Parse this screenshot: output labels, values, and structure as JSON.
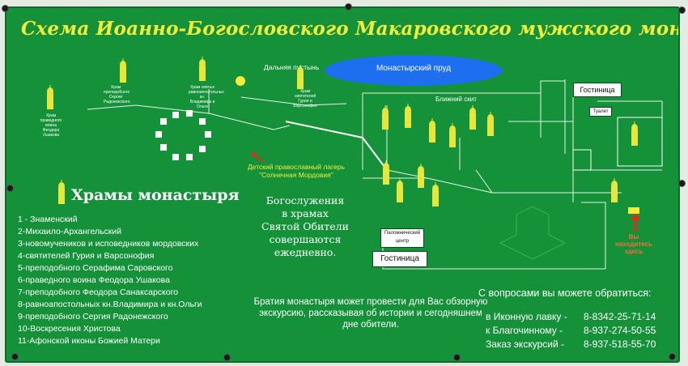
{
  "title": "Схема Иоанно-Богословского Макаровского мужского монастыря",
  "map_labels": {
    "dalnyaya_pustyn": "Дальняя пустынь",
    "pond": "Монастырский пруд",
    "blizhny_skit": "Ближний скит",
    "gostinitsa_right": "Гостиница",
    "gostinitsa_left": "Гостиница",
    "tualet": "Туалет",
    "palomnichesky_centr": "Паломнический центр",
    "camp": "Детский православный лагерь",
    "camp_name": "\"Солнечная Мордовия\"",
    "you_are_here": "Вы находитесь здесь",
    "small_1": "Храм преподобного Сергия Радонежского",
    "small_2": "Храм праведного воина Феодора Ушакова",
    "small_3": "Храм святых равноапостольных кн. Владимира и Ольги",
    "small_4": "Храм святителей Гурия и Варсонофия"
  },
  "hramy_heading": "Храмы монастыря",
  "churches": [
    "1 - Знаменский",
    "2-Михаило-Архангельский",
    "3-новомучеников и исповедников мордовских",
    "4-святителей Гурия и Варсонофия",
    "5-преподобного Серафима Саровского",
    "6-праведного воина Феодора Ушакова",
    "7-преподобного Феодора Санаксарского",
    "8-равноапостольных кн.Владимира и кн.Ольги",
    "9-преподобного Сергия Радонежского",
    "10-Воскресения Христова",
    "11-Афонской иконы Божией Матери"
  ],
  "service_text": [
    "Богослужения",
    "в храмах",
    "Святой Обители",
    "совершаются",
    "ежедневно."
  ],
  "excursion_text": "Братия монастыря может провести для Вас обзорную экскурсию, рассказывая об истории и сегодняшнем дне обители.",
  "contacts_heading": "С вопросами вы можете обратиться:",
  "contacts": [
    {
      "label": "в Иконную лавку -",
      "phone": "8-8342-25-71-14"
    },
    {
      "label": "к Благочинному -",
      "phone": "8-937-274-50-55"
    },
    {
      "label": "Заказ экскурсий -",
      "phone": "8-937-518-55-70"
    }
  ],
  "colors": {
    "board": "#15913a",
    "accent_yellow": "#f2ec3a",
    "pond": "#1e6ff0",
    "arrow": "#e52a1a"
  }
}
